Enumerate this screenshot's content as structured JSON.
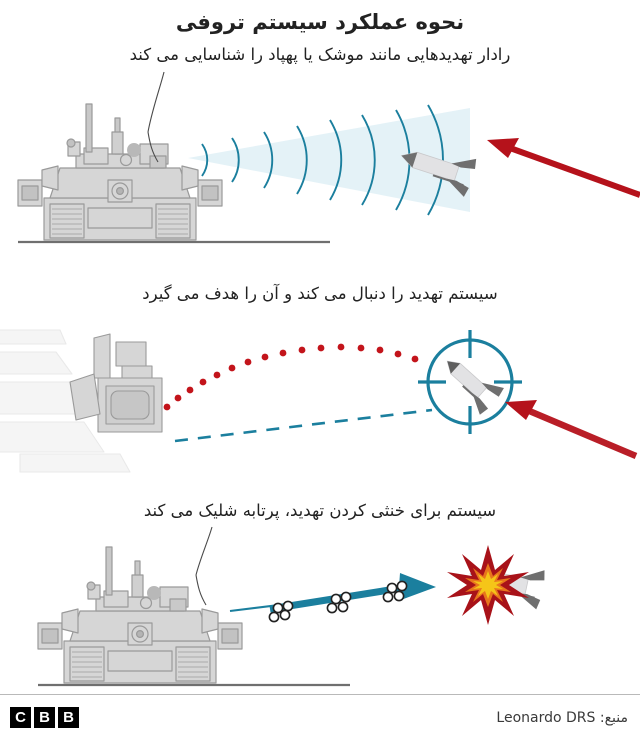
{
  "title": "نحوه عملکرد سیستم تروفی",
  "panels": [
    {
      "id": "detect",
      "caption": "رادار تهدیدهایی مانند موشک یا پهپاد را شناسایی می کند",
      "elements": {
        "vehicle": "tank-front-view",
        "radar_cone": "radar-beam-cone",
        "radar_arc_count": 8,
        "threat": "incoming-missile",
        "threat_arrow": "red-incoming-arrow"
      }
    },
    {
      "id": "track",
      "caption": "سیستم تهدید را دنبال می کند و آن را هدف می گیرد",
      "elements": {
        "sensor": "radar-sensor-closeup",
        "tracked_path": "red-dotted-trajectory",
        "lock_path": "teal-dashed-line",
        "target": "crosshair-reticle",
        "threat": "targeted-missile",
        "threat_arrow": "red-incoming-arrow"
      }
    },
    {
      "id": "intercept",
      "caption": "سیستم برای خنثی کردن تهدید، پرتابه شلیک می کند",
      "elements": {
        "vehicle": "tank-front-view",
        "interceptor_path": "teal-arrow",
        "projectiles": "countermeasure-pellets",
        "projectile_group_count": 3,
        "impact": "explosion-burst",
        "threat": "destroyed-missile"
      }
    }
  ],
  "footer": {
    "logo_letters": [
      "B",
      "B",
      "C"
    ],
    "source": "منبع: Leonardo DRS"
  },
  "colors": {
    "teal": "#1b7f9e",
    "teal_light": "#dff0f6",
    "red": "#b5121b",
    "red_dot": "#c3141b",
    "vehicle_fill": "#d6d6d6",
    "vehicle_stroke": "#9a9a9a",
    "ground": "#6f6f6f",
    "missile_body": "#e2e2e4",
    "missile_fin": "#6f6f6f",
    "explosion_outer": "#a81219",
    "explosion_mid": "#e8761c",
    "explosion_core": "#f5c518",
    "text": "#222222"
  }
}
